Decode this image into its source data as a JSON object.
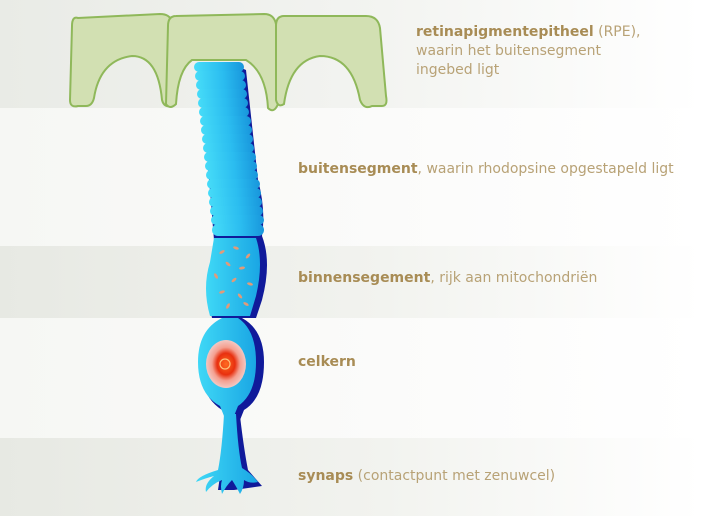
{
  "labels": {
    "rpe": {
      "term": "retinapigmentepitheel",
      "desc_line1": " (RPE),",
      "desc_line2": "waarin het buitensegment",
      "desc_line3": "ingebed ligt"
    },
    "outer_segment": {
      "term": "buitensegment",
      "desc": ", waarin rhodopsine opgestapeld ligt"
    },
    "inner_segment": {
      "term": "binnensegement",
      "desc": ", rijk aan mitochondriën"
    },
    "nucleus": {
      "term": "celkern"
    },
    "synapse": {
      "term": "synaps",
      "desc": " (contactpunt met zenuwcel)"
    }
  },
  "colors": {
    "rpe_fill": "#d2e0b2",
    "rpe_stroke": "#8fb85a",
    "cell_light": "#35d3f5",
    "cell_mid": "#19a9e6",
    "cell_dark": "#101a9a",
    "nucleus_outer": "#f08a6a",
    "nucleus_core": "#e8300f",
    "label_term": "#a88c55",
    "label_desc": "#b8a276"
  }
}
